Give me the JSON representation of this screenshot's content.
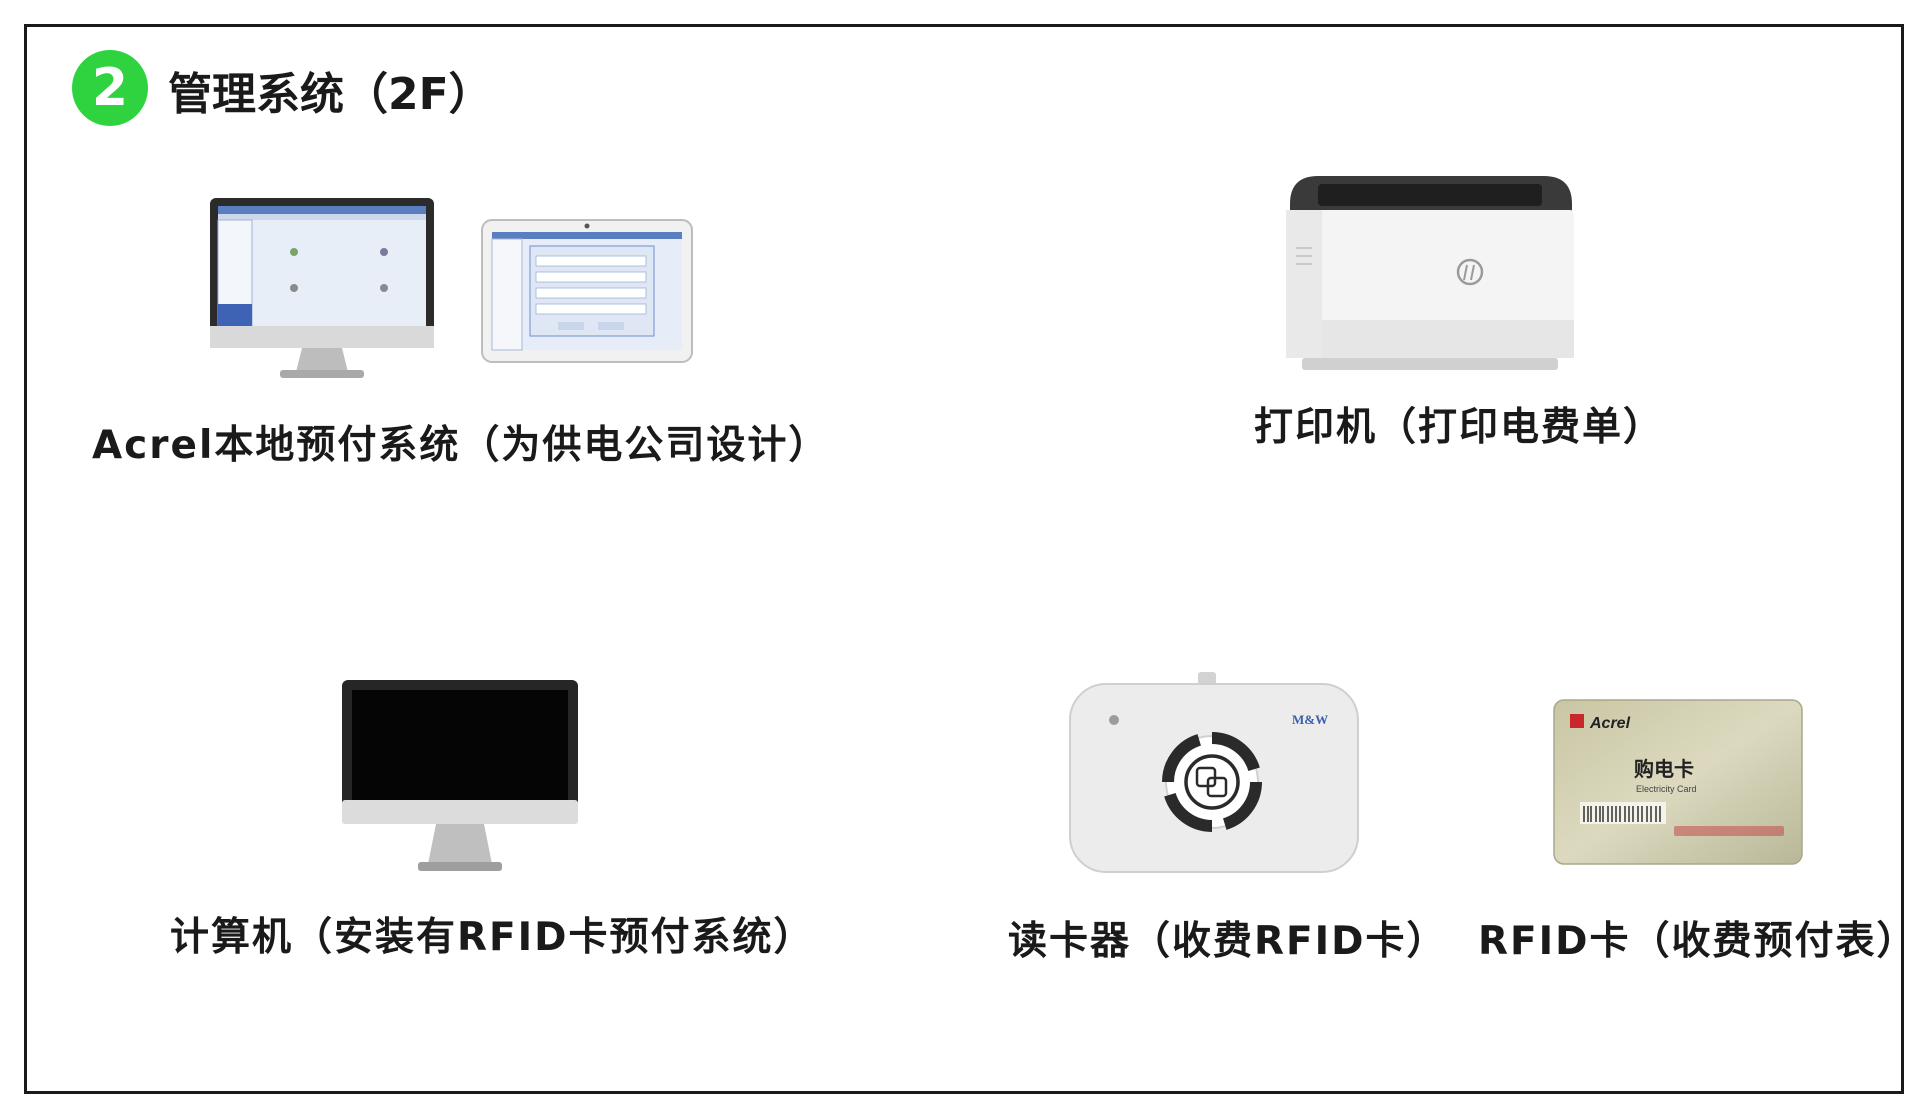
{
  "header": {
    "badge_number": "2",
    "title": "管理系统（2F）"
  },
  "items": [
    {
      "id": "local-prepay",
      "caption": "Acrel本地预付系统（为供电公司设计）"
    },
    {
      "id": "printer",
      "caption": "打印机（打印电费单）"
    },
    {
      "id": "computer",
      "caption": "计算机（安装有RFID卡预付系统）"
    },
    {
      "id": "card-reader",
      "caption": "读卡器（收费RFID卡）",
      "brand_mark": "M&W"
    },
    {
      "id": "rfid-card",
      "caption": "RFID卡（收费预付表）",
      "card_brand": "Acrel",
      "card_title": "购电卡",
      "card_subtitle": "Electricity Card"
    }
  ],
  "colors": {
    "badge": "#2fd33f",
    "frame": "#1a1a1a",
    "text": "#1a1a1a"
  }
}
